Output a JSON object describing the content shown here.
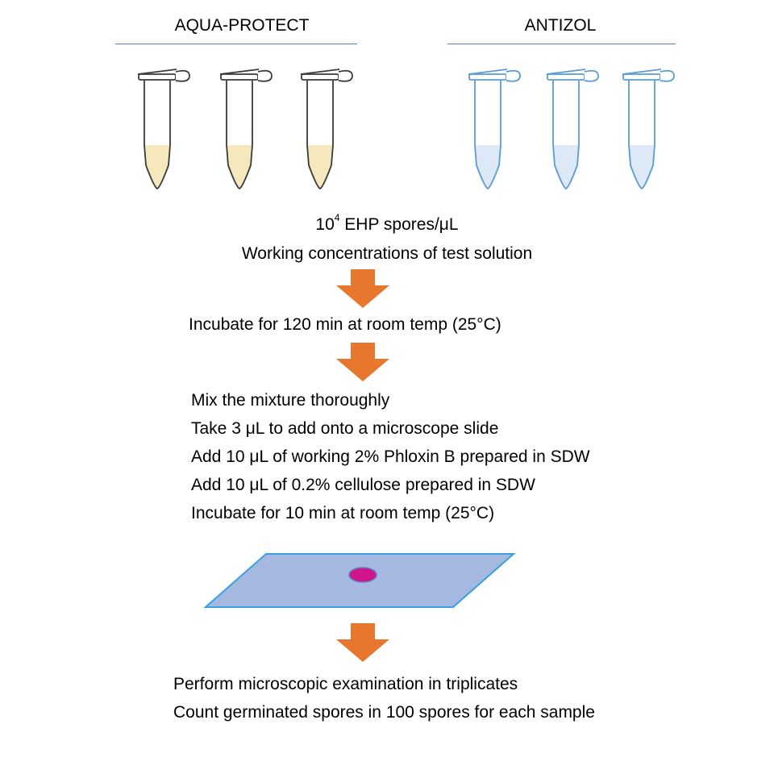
{
  "groups": [
    {
      "label": "AQUA-PROTECT",
      "tube_count": 3,
      "outline_color": "#3a3a3a",
      "liquid_color": "#f6e8bd"
    },
    {
      "label": "ANTIZOL",
      "tube_count": 3,
      "outline_color": "#5b9bd5",
      "liquid_color": "#dde9f6"
    }
  ],
  "rule_color": "#4a7fd0",
  "arrow_color": "#e8772e",
  "spore_line": {
    "base": "10",
    "exponent": "4",
    "rest": " EHP spores/μL"
  },
  "working_line": "Working concentrations of test solution",
  "incubate_line": "Incubate for 120 min at room temp (25°C)",
  "prep_steps": [
    "Mix the mixture thoroughly",
    "Take 3 μL to add onto a microscope slide",
    "Add 10 μL of working 2% Phloxin B prepared in SDW",
    "Add 10 μL of 0.2% cellulose prepared in SDW",
    "Incubate for 10 min at room temp (25°C)"
  ],
  "slide": {
    "fill": "#a4b8e0",
    "edge": "#3aa0e0",
    "drop_color": "#d0168a"
  },
  "final_steps": [
    "Perform microscopic examination in triplicates",
    "Count germinated spores in 100 spores for each sample"
  ]
}
